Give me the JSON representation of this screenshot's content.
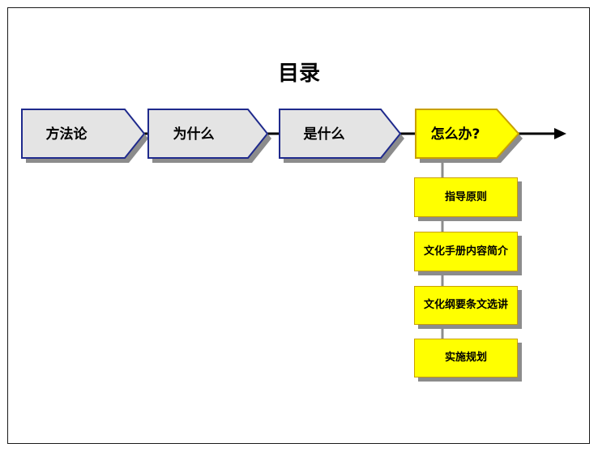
{
  "title": "目录",
  "timeline": {
    "steps": [
      {
        "label": "方法论",
        "state": "inactive"
      },
      {
        "label": "为什么",
        "state": "inactive"
      },
      {
        "label": "是什么",
        "state": "inactive"
      },
      {
        "label": "怎么办?",
        "state": "active"
      }
    ]
  },
  "details": {
    "items": [
      {
        "label": "指导原则"
      },
      {
        "label": "文化手册内容简介"
      },
      {
        "label": "文化纲要条文选讲"
      },
      {
        "label": "实施规划"
      }
    ]
  },
  "colors": {
    "inactive_fill": "#e4e4e4",
    "inactive_border": "#1f2a8c",
    "active_fill": "#ffff00",
    "active_border": "#c8a000",
    "shadow": "#8c8c8c"
  }
}
